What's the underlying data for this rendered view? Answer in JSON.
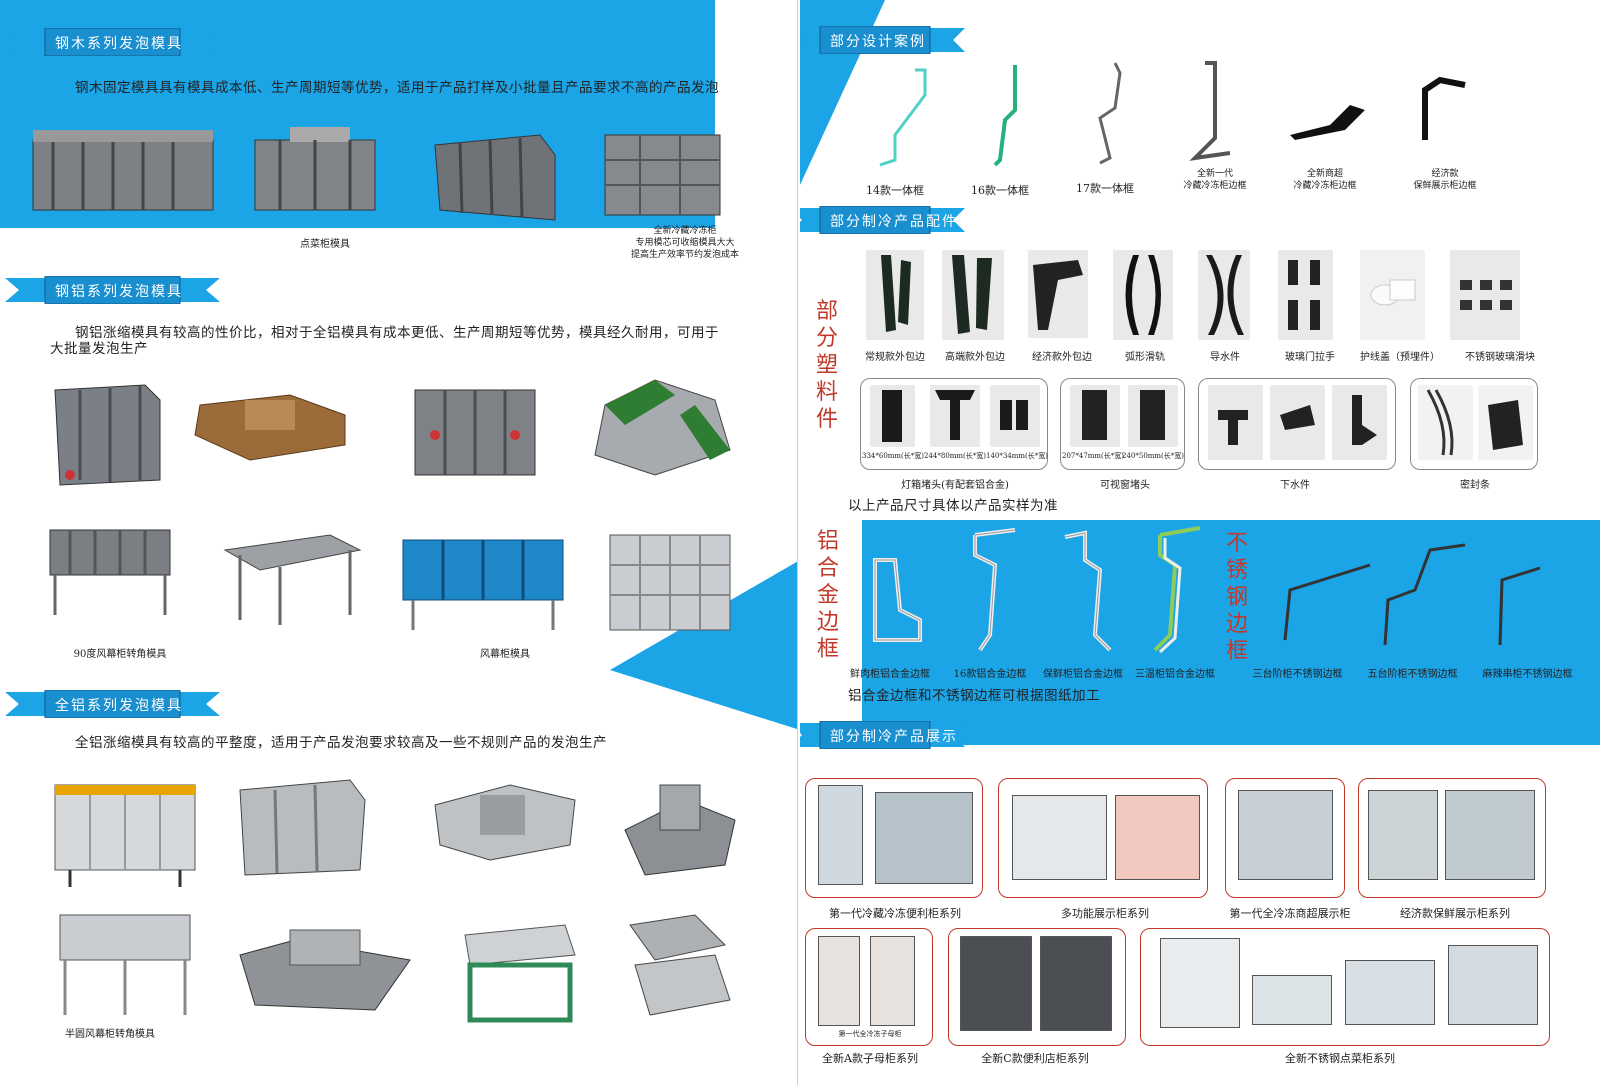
{
  "left": {
    "s1": {
      "title": "钢木系列发泡模具",
      "desc": "钢木固定模具具有模具成本低、生产周期短等优势，适用于产品打样及小批量且产品要求不高的产品发泡",
      "cap1": "点菜柜模具",
      "cap2_l1": "全新冷藏冷冻柜",
      "cap2_l2": "专用模芯可收缩模具大大",
      "cap2_l3": "提高生产效率节约发泡成本"
    },
    "s2": {
      "title": "钢铝系列发泡模具",
      "desc_l1": "钢铝涨缩模具有较高的性价比，相对于全铝模具有成本更低、生产周期短等优势，模具经久耐用，可用于",
      "desc_l2": "大批量发泡生产",
      "cap1": "90度风幕柜转角模具",
      "cap2": "风幕柜模具"
    },
    "s3": {
      "title": "全铝系列发泡模具",
      "desc": "全铝涨缩模具有较高的平整度，适用于产品发泡要求较高及一些不规则产品的发泡生产",
      "cap1": "半圆风幕柜转角模具"
    }
  },
  "right": {
    "r1": {
      "title": "部分设计案例",
      "items": [
        "14款一体框",
        "16款一体框",
        "17款一体框",
        "全新一代",
        "冷藏冷冻柜边框",
        "全新商超",
        "冷藏冷冻柜边框",
        "经济款",
        "保鲜展示柜边框"
      ]
    },
    "r2": {
      "title": "部分制冷产品配件",
      "side": "部分塑料件",
      "parts": [
        "常规款外包边",
        "高端款外包边",
        "经济款外包边",
        "弧形滑轨",
        "导水件",
        "玻璃门拉手",
        "护线盖（预埋件）",
        "不锈钢玻璃滑块"
      ],
      "dims": [
        "334*60mm(长*宽)",
        "244*80mm(长*宽)",
        "140*34mm(长*宽)",
        "207*47mm(长*宽)",
        "240*50mm(长*宽)"
      ],
      "groups": [
        "灯箱堵头(有配套铝合金)",
        "可视窗堵头",
        "下水件",
        "密封条"
      ],
      "note": "以上产品尺寸具体以产品实样为准"
    },
    "r3": {
      "alu_side": "铝合金边框",
      "ss_side": "不锈钢边框",
      "frames": [
        "鲜肉柜铝合金边框",
        "16款铝合金边框",
        "保鲜柜铝合金边框",
        "三温柜铝合金边框",
        "三台阶柜不锈钢边框",
        "五台阶柜不锈钢边框",
        "麻辣串柜不锈钢边框"
      ],
      "note": "铝合金边框和不锈钢边框可根据图纸加工"
    },
    "r4": {
      "title": "部分制冷产品展示",
      "products": [
        "第一代冷藏冷冻便利柜系列",
        "多功能展示柜系列",
        "第一代全冷冻商超展示柜",
        "经济款保鲜展示柜系列",
        "全新A款子母柜系列",
        "全新C款便利店柜系列",
        "全新不锈钢点菜柜系列"
      ],
      "mini": "第一代全冷冻子母柜"
    }
  }
}
